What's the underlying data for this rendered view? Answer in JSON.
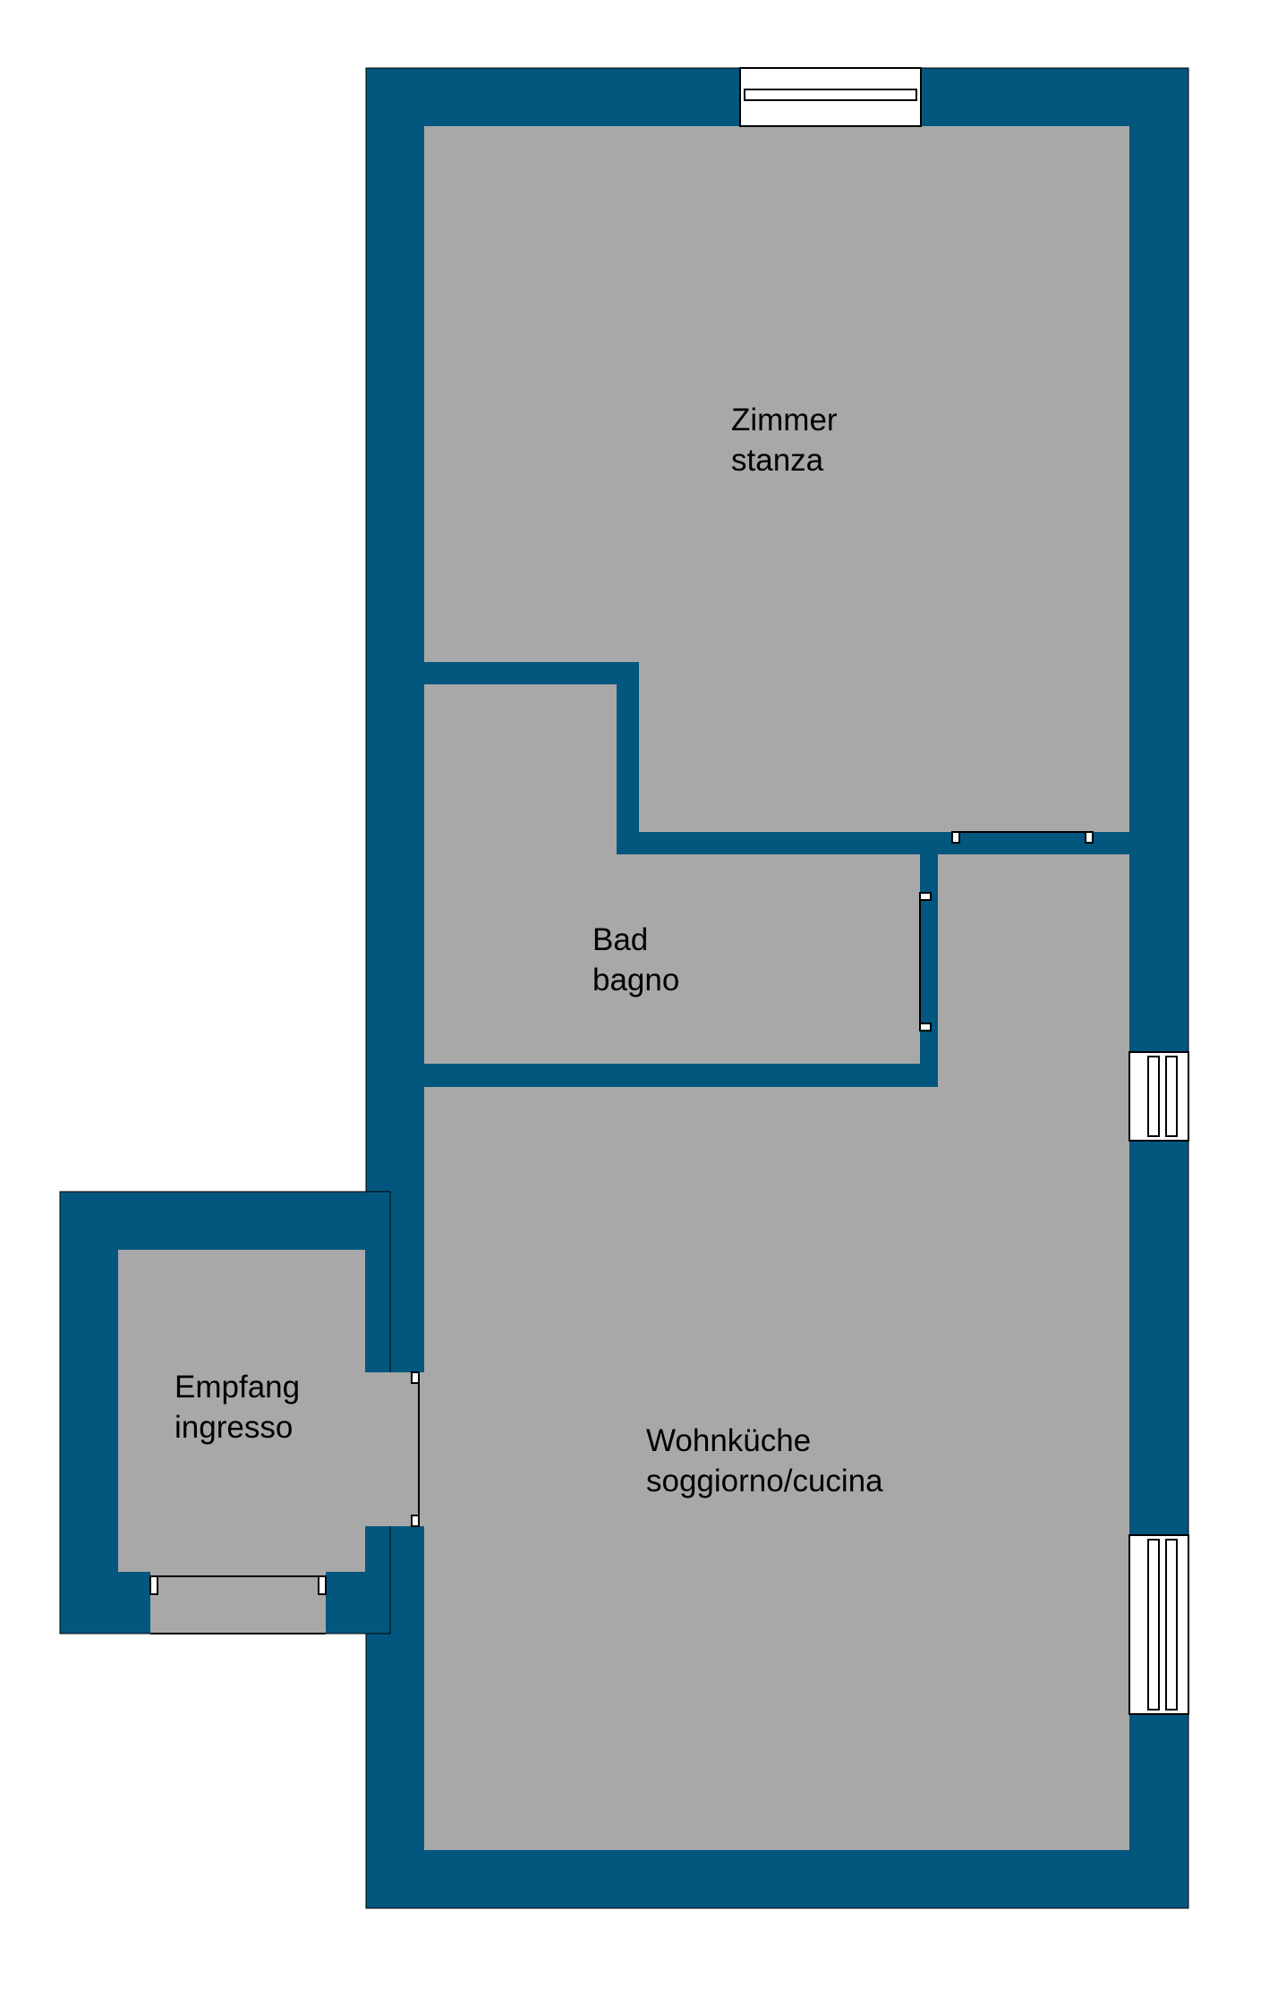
{
  "colors": {
    "wall": "#03577f",
    "floor": "#a8a8a8",
    "background": "#ffffff",
    "opening_outline": "#000000",
    "text": "#000000"
  },
  "rooms": [
    {
      "id": "zimmer",
      "label_de": "Zimmer",
      "label_it": "stanza"
    },
    {
      "id": "bad",
      "label_de": "Bad",
      "label_it": "bagno"
    },
    {
      "id": "wohnkueche",
      "label_de": "Wohnküche",
      "label_it": "soggiorno/cucina"
    },
    {
      "id": "empfang",
      "label_de": "Empfang",
      "label_it": "ingresso"
    }
  ]
}
